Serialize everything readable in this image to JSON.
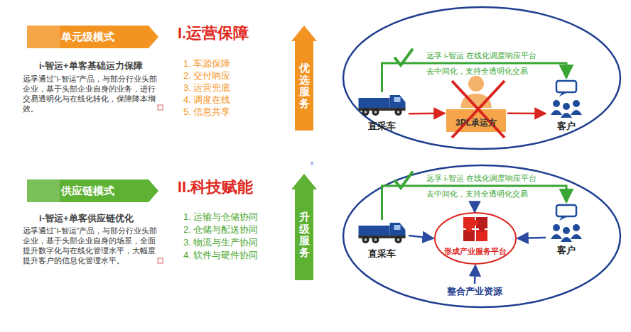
{
  "diagram": {
    "nodes": [
      {
        "text": [
          "单元级模式"
        ]
      },
      {
        "text": [
          "优选服务"
        ]
      },
      {
        "text": [
          "直采车"
        ]
      },
      {
        "text": [
          "3PL承运方"
        ]
      },
      {
        "text": [
          "客户"
        ]
      },
      {
        "text": [
          "供应链模式"
        ]
      },
      {
        "text": [
          "升级服务"
        ]
      },
      {
        "text": [
          "直采车"
        ]
      },
      {
        "text": [
          "形成产业服务平台"
        ]
      },
      {
        "text": [
          "客户"
        ]
      },
      {
        "text": [
          "整合产业资源"
        ]
      }
    ],
    "edges": [
      {
        "from": 2,
        "to": 3,
        "arrow": "to"
      },
      {
        "from": 3,
        "to": 4,
        "arrow": "to"
      },
      {
        "from": 2,
        "to": 4,
        "label": "远孚 i-智运 在线化调度响应平台",
        "arrow": "to"
      },
      {
        "from": 7,
        "to": 8,
        "arrow": "to"
      },
      {
        "from": 9,
        "to": 8,
        "arrow": "to"
      },
      {
        "from": 10,
        "to": 8,
        "arrow": "to"
      },
      {
        "from": 7,
        "to": 9,
        "label": "远孚 i-智运 在线化调度响应平台",
        "arrow": "to"
      }
    ],
    "labels": [
      "i-智运+单客基础运力保障",
      "远孚通过“i-智运”产品，与部分行业头部企业，基于头部企业自身的业务，进行交易透明化与在线化转化，保障降本增效。",
      "I.运营保障",
      "1. 车源保障",
      "2. 交付响应",
      "3. 运营兜底",
      "4. 调度在线",
      "5. 信息共享",
      "去中间化，支持全透明化交易",
      "i-智运+单客供应链优化",
      "远孚通过“i-智运”产品，与部分行业头部企业，基于头部企业自身的场景，全面提升数字化与在线化管理水平，大幅度提升客户的信息化管理水平。",
      "II.科技赋能",
      "1. 运输与仓储协同",
      "2. 仓储与配送协同",
      "3. 物流与生产协同",
      "4. 软件与硬件协同",
      "去中间化，支持全透明化交易",
      "×"
    ]
  }
}
